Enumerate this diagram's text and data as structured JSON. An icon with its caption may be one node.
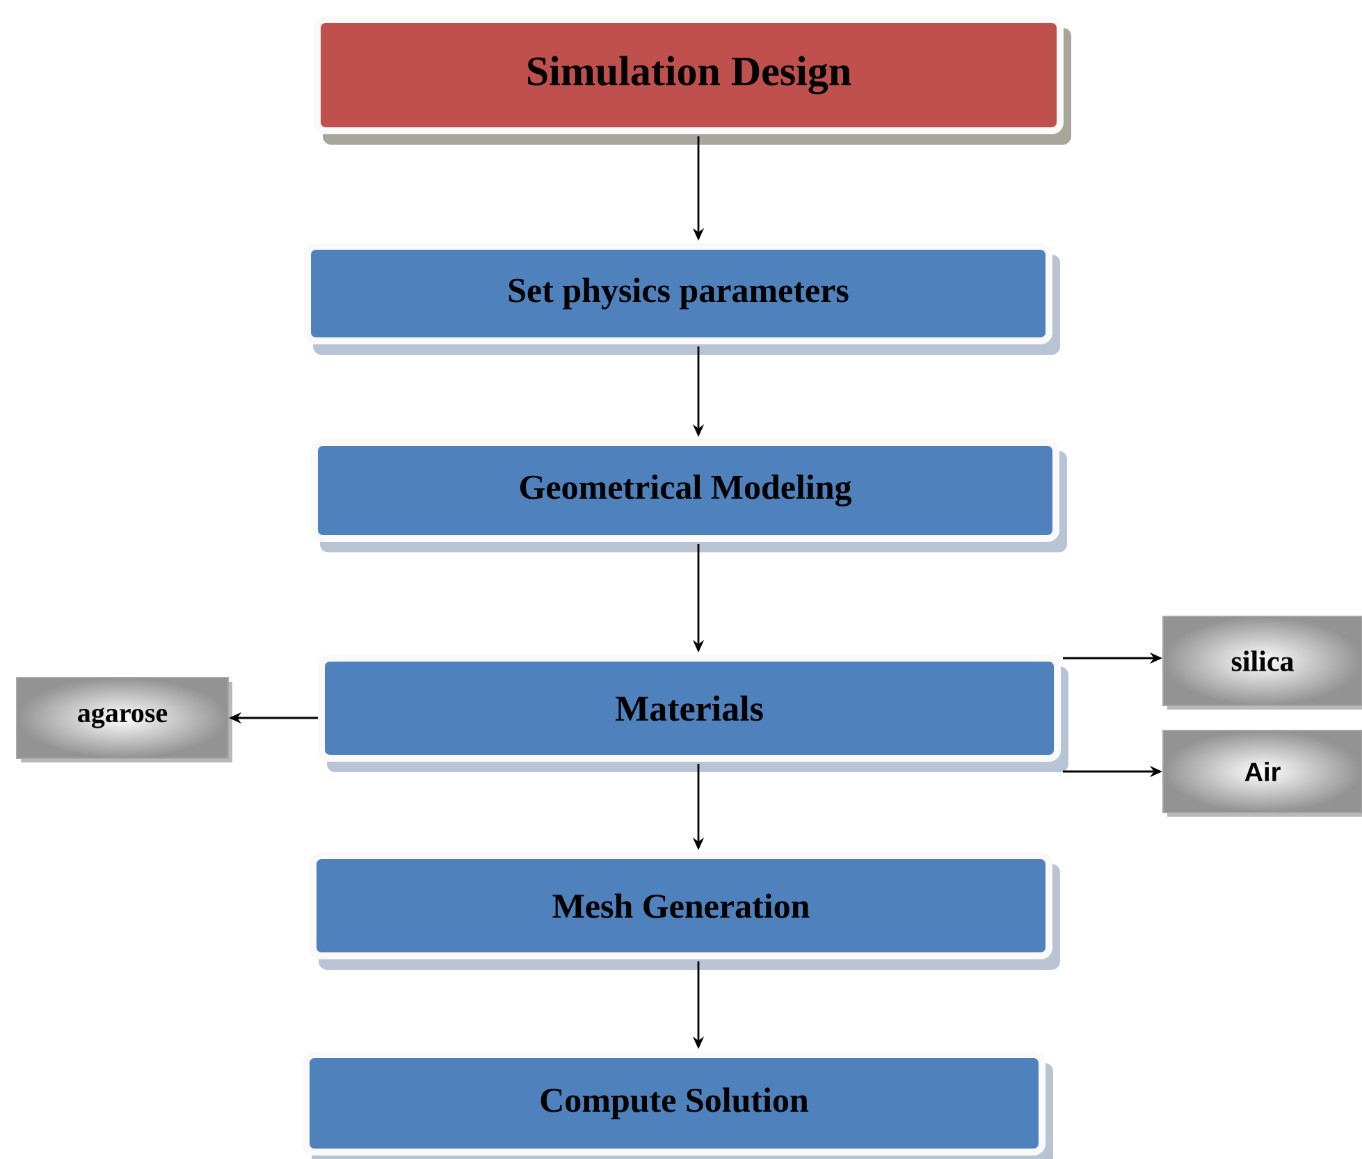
{
  "diagram": {
    "nodes": [
      {
        "text": [
          "Simulation Design"
        ]
      },
      {
        "text": [
          "Set physics parameters"
        ]
      },
      {
        "text": [
          "Geometrical Modeling"
        ]
      },
      {
        "text": [
          "Materials"
        ]
      },
      {
        "text": [
          "agarose"
        ]
      },
      {
        "text": [
          "silica"
        ]
      },
      {
        "text": [
          "Air"
        ]
      },
      {
        "text": [
          "Mesh Generation"
        ]
      },
      {
        "text": [
          "Compute Solution"
        ]
      }
    ],
    "edges": [
      {
        "from": 0,
        "to": 1,
        "arrow": "to"
      },
      {
        "from": 1,
        "to": 2,
        "arrow": "to"
      },
      {
        "from": 2,
        "to": 3,
        "arrow": "to"
      },
      {
        "from": 3,
        "to": 4,
        "arrow": "to"
      },
      {
        "from": 3,
        "to": 5,
        "arrow": "to"
      },
      {
        "from": 3,
        "to": 6,
        "arrow": "to"
      },
      {
        "from": 3,
        "to": 7,
        "arrow": "to"
      },
      {
        "from": 7,
        "to": 8,
        "arrow": "to"
      }
    ]
  }
}
